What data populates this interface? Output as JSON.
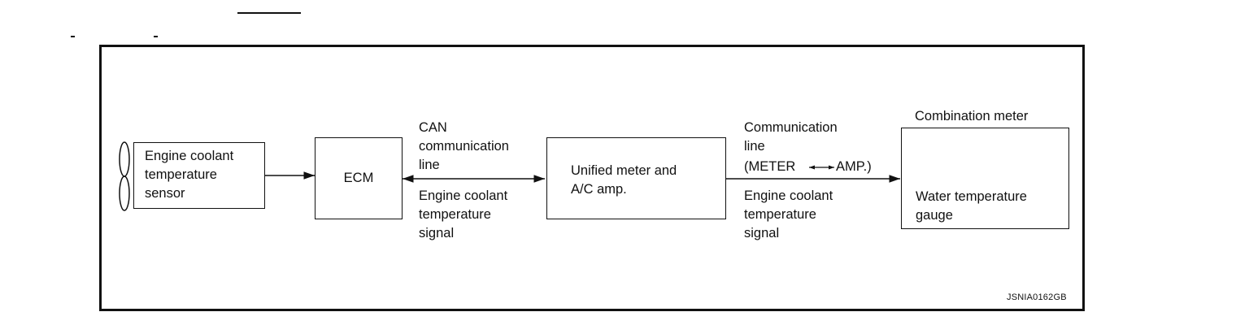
{
  "diagram": {
    "sensor": {
      "label": "Engine coolant\ntemperature\nsensor"
    },
    "ecm": {
      "label": "ECM"
    },
    "unified": {
      "label": "Unified meter and\nA/C amp."
    },
    "combination_meter": {
      "title": "Combination meter",
      "gauge_label": "Water temperature\ngauge"
    },
    "can_line": {
      "top_label": "CAN\ncommunication\nline",
      "bottom_label": "Engine coolant\ntemperature\nsignal"
    },
    "comm_line": {
      "top_label_1": "Communication\nline",
      "meter": "(METER",
      "amp": "AMP.)",
      "bottom_label": "Engine coolant\ntemperature\nsignal"
    },
    "figure_code": "JSNIA0162GB"
  }
}
